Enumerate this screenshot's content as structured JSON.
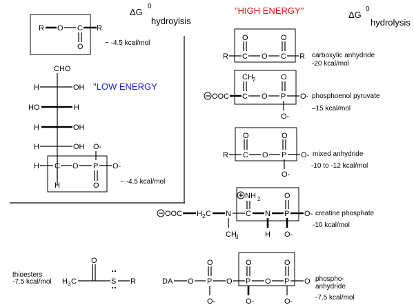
{
  "headers": {
    "delta_g_left": {
      "symbol": "ΔG",
      "superscript": "0",
      "subscript": "hydroylsis"
    },
    "delta_g_right": {
      "symbol": "ΔG",
      "superscript": "0",
      "subscript": "hydrolysis"
    },
    "low_energy": "\"LOW ENERGY",
    "high_energy": "\"HIGH ENERGY\"",
    "low_energy_color": "#1a1acc",
    "high_energy_color": "#e01010"
  },
  "low_energy": {
    "ester": {
      "atoms": [
        "R",
        "O",
        "C",
        "R",
        "O"
      ],
      "value": "~ -4.5 kcal/mol"
    },
    "sugar_phosphate": {
      "top": "CHO",
      "rows": [
        {
          "left": "H",
          "right": "OH"
        },
        {
          "left": "HO",
          "right": "H"
        },
        {
          "left": "H",
          "right": "OH"
        },
        {
          "left": "H",
          "right": "OH"
        }
      ],
      "bottom_row": {
        "left": "H",
        "c": "C",
        "o": "O",
        "p": "P",
        "o_right": "O-",
        "o_top": "O-",
        "o_bottom": "O",
        "h_bottom": "H"
      },
      "value": "~ -4.5 kcal/mol"
    }
  },
  "high_energy": {
    "carboxylic_anhydride": {
      "atoms": {
        "r1": "R",
        "c1": "C",
        "o": "O",
        "c2": "C",
        "r2": "R",
        "o1": "O",
        "o2": "O"
      },
      "name": "carboxylic anhydride",
      "value": "-20 kcal/mol"
    },
    "pep": {
      "atoms": {
        "charge": "−",
        "coo": "OOC",
        "c": "C",
        "ch2": "CH",
        "ch2_sub": "2",
        "o": "O",
        "p": "P",
        "o_top": "O",
        "o_right": "O-",
        "o_bottom": "O-"
      },
      "name": "phosphoenol pyruvate",
      "value": "–15 kcal/mol"
    },
    "mixed_anhydride": {
      "atoms": {
        "r": "R",
        "c": "C",
        "o": "O",
        "p": "P",
        "o1": "O",
        "o2": "O",
        "o_right": "O-",
        "o_bottom": "O-"
      },
      "name": "mixed anhydride",
      "value": "-10 to -12 kcal/mol"
    },
    "creatine_phosphate": {
      "atoms": {
        "charge_neg": "−",
        "coo": "OOC",
        "h2c": "H",
        "h2c_sub": "2",
        "h2c_c": "C",
        "n1": "N",
        "ch3": "CH",
        "ch3_sub": "3",
        "charge_pos": "+",
        "nh2": "NH",
        "nh2_sub": "2",
        "c": "C",
        "n2": "N",
        "h": "H",
        "p": "P",
        "o_top": "O",
        "o_right": "O-",
        "o_bottom": "O-"
      },
      "name": "creatine phosphate",
      "value": "-10 kcal/mol"
    },
    "thioester": {
      "atoms": {
        "h3c": "H",
        "h3c_sub": "3",
        "h3c_c": "C",
        "o": "O",
        "s": "S",
        "r": "R"
      },
      "name": "thioesters",
      "value": "-7.5 kcal/mol"
    },
    "phosphoanhydride": {
      "atoms": {
        "da": "DA",
        "o1": "O",
        "p1": "P",
        "o2": "O",
        "p2": "P",
        "o3": "O",
        "p3": "P",
        "o4": "O",
        "ot": "O",
        "ob": "O-"
      },
      "name_line1": "phospho-",
      "name_line2": "anhydride",
      "value": "-7.5 kcal/mol"
    }
  }
}
